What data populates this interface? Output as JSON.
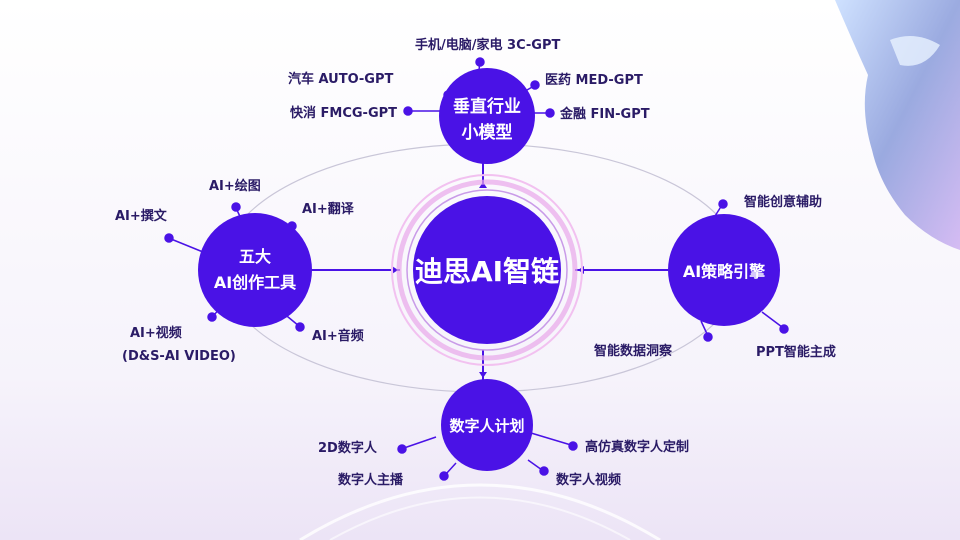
{
  "center": {
    "label": "迪思AI智链"
  },
  "hubs": {
    "vertical": {
      "line1": "垂直行业",
      "line2": "小模型"
    },
    "tools": {
      "line1": "五大",
      "line2": "AI创作工具"
    },
    "strategy": {
      "label": "AI策略引擎"
    },
    "digital": {
      "label": "数字人计划"
    }
  },
  "leaves": {
    "phone": "手机/电脑/家电  3C-GPT",
    "auto": "汽车 AUTO-GPT",
    "med": "医药 MED-GPT",
    "fmcg": "快消 FMCG-GPT",
    "fin": "金融 FIN-GPT",
    "draw": "AI+绘图",
    "write": "AI+撰文",
    "translate": "AI+翻译",
    "video": "AI+视频",
    "video_sub": "(D&S-AI VIDEO)",
    "audio": "AI+音频",
    "creative": "智能创意辅助",
    "data_insight": "智能数据洞察",
    "ppt": "PPT智能主成",
    "d2": "2D数字人",
    "anchor": "数字人主播",
    "custom": "高仿真数字人定制",
    "dvideo": "数字人视频"
  },
  "colors": {
    "primary": "#4a12e6",
    "accent": "#c6a3ef",
    "text": "#2a1b66"
  }
}
